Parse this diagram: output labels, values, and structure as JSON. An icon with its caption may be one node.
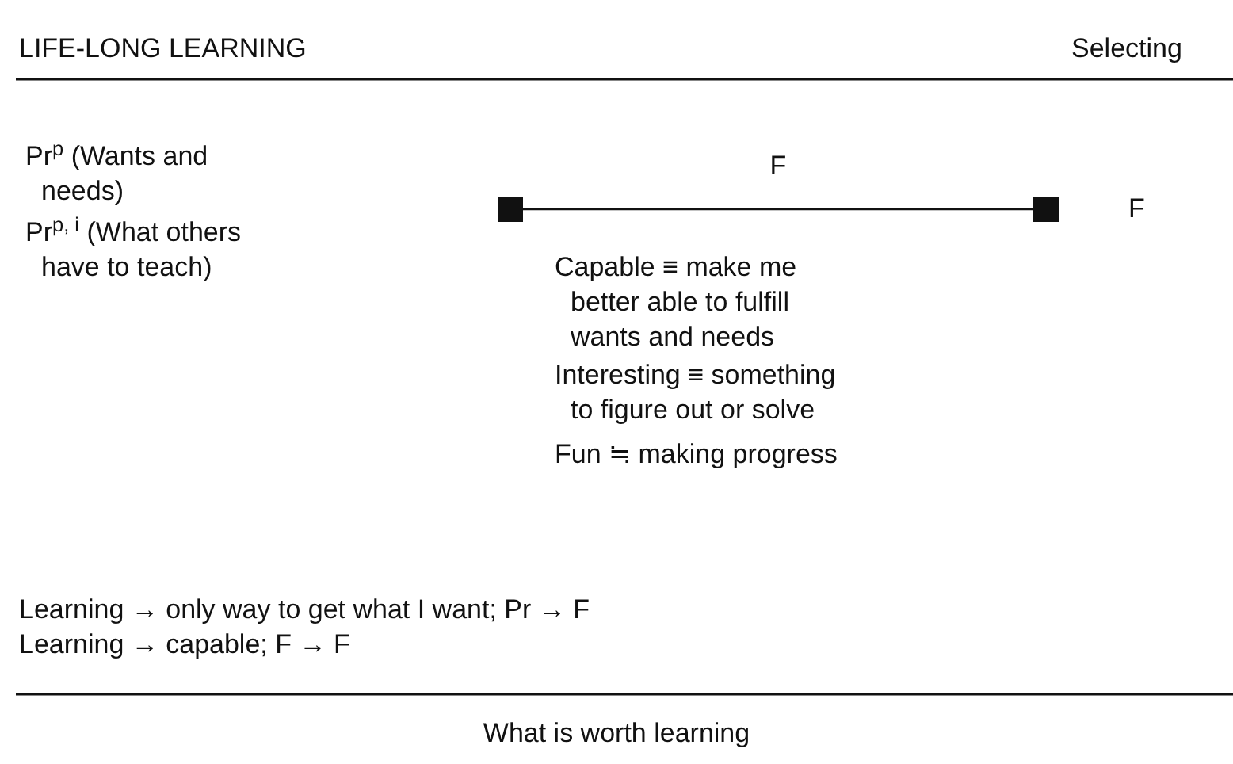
{
  "diagram": {
    "title": "LIFE-LONG LEARNING",
    "nodes": [
      {
        "text": [],
        "shape": "box"
      },
      {
        "text": [],
        "shape": "box",
        "beside": [
          "F"
        ]
      }
    ],
    "edges": [
      {
        "from": 0,
        "to": 1,
        "arrow": "none",
        "label": "F"
      }
    ],
    "labels": [
      "Selecting",
      "Pr$^{p}$ (Wants and needs)",
      "Pr$^{p, i}$ (What others have to teach)",
      "Capable ≡ make me better able to fulfill wants and needs",
      "Interesting ≡ something to figure out or solve",
      "Fun ≒ making progress",
      "Learning → only way to get what I want; Pr → F",
      "Learning → capable; F → F"
    ],
    "caption": "What is worth learning"
  }
}
